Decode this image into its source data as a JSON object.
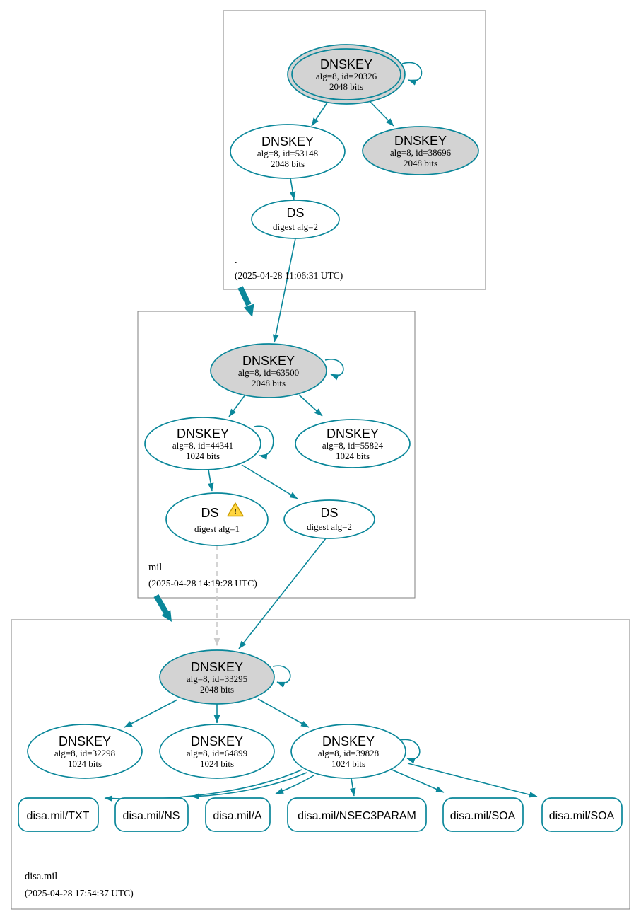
{
  "colors": {
    "edge": "#0a879a",
    "node_fill": "#d3d3d3",
    "dashed": "#cccccc",
    "box_border": "#7f7f7f",
    "warning_fill": "#ffd53e",
    "warning_stroke": "#c89b00"
  },
  "zones": [
    {
      "label": ".",
      "timestamp": "(2025-04-28 11:06:31 UTC)",
      "nodes": [
        {
          "title": "DNSKEY",
          "detail1": "alg=8, id=20326",
          "detail2": "2048 bits"
        },
        {
          "title": "DNSKEY",
          "detail1": "alg=8, id=53148",
          "detail2": "2048 bits"
        },
        {
          "title": "DNSKEY",
          "detail1": "alg=8, id=38696",
          "detail2": "2048 bits"
        },
        {
          "title": "DS",
          "detail1": "digest alg=2"
        }
      ]
    },
    {
      "label": "mil",
      "timestamp": "(2025-04-28 14:19:28 UTC)",
      "nodes": [
        {
          "title": "DNSKEY",
          "detail1": "alg=8, id=63500",
          "detail2": "2048 bits"
        },
        {
          "title": "DNSKEY",
          "detail1": "alg=8, id=44341",
          "detail2": "1024 bits"
        },
        {
          "title": "DNSKEY",
          "detail1": "alg=8, id=55824",
          "detail2": "1024 bits"
        },
        {
          "title": "DS",
          "detail1": "digest alg=1",
          "warning_mark": "!"
        },
        {
          "title": "DS",
          "detail1": "digest alg=2"
        }
      ]
    },
    {
      "label": "disa.mil",
      "timestamp": "(2025-04-28 17:54:37 UTC)",
      "nodes": [
        {
          "title": "DNSKEY",
          "detail1": "alg=8, id=33295",
          "detail2": "2048 bits"
        },
        {
          "title": "DNSKEY",
          "detail1": "alg=8, id=32298",
          "detail2": "1024 bits"
        },
        {
          "title": "DNSKEY",
          "detail1": "alg=8, id=64899",
          "detail2": "1024 bits"
        },
        {
          "title": "DNSKEY",
          "detail1": "alg=8, id=39828",
          "detail2": "1024 bits"
        }
      ],
      "rrsets": [
        {
          "label": "disa.mil/TXT"
        },
        {
          "label": "disa.mil/NS"
        },
        {
          "label": "disa.mil/A"
        },
        {
          "label": "disa.mil/NSEC3PARAM"
        },
        {
          "label": "disa.mil/SOA"
        },
        {
          "label": "disa.mil/SOA"
        }
      ]
    }
  ]
}
